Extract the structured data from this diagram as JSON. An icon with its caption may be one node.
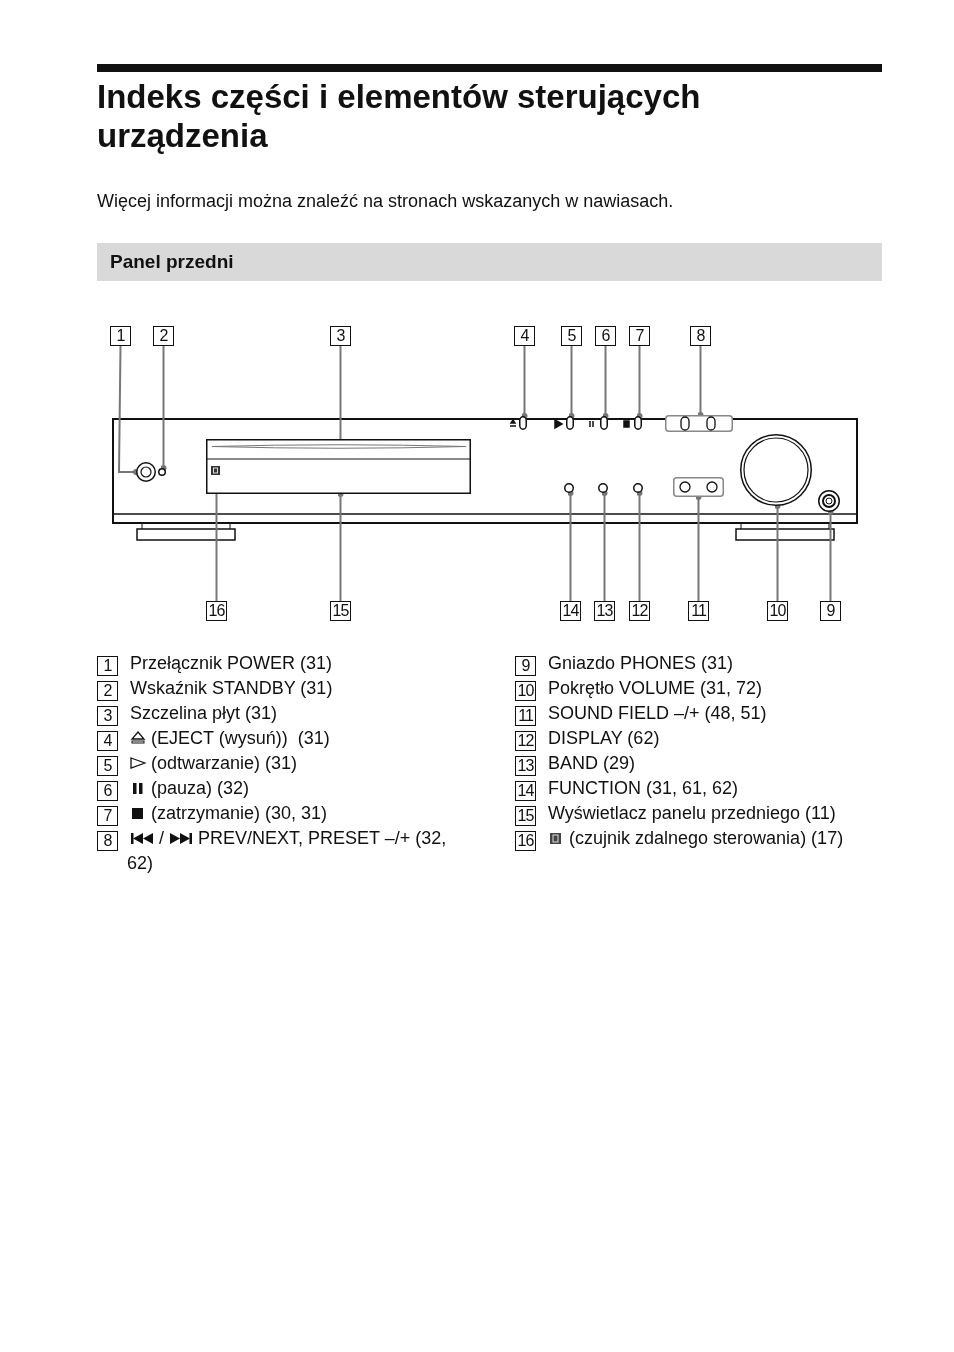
{
  "diagram": {
    "title": "Indeks części i elementów sterujących urządzenia",
    "nodes": [
      {
        "text": [
          "1"
        ]
      },
      {
        "text": [
          "2"
        ]
      },
      {
        "text": [
          "3"
        ]
      },
      {
        "text": [
          "4"
        ]
      },
      {
        "text": [
          "5"
        ]
      },
      {
        "text": [
          "6"
        ]
      },
      {
        "text": [
          "7"
        ]
      },
      {
        "text": [
          "8"
        ]
      },
      {
        "text": [],
        "shape": "circle"
      },
      {
        "text": [],
        "shape": "circle"
      },
      {
        "text": [],
        "shape": "box"
      },
      {
        "text": [],
        "shape": "bar",
        "in": 10
      },
      {
        "text": [],
        "shape": "box",
        "in": 10
      },
      {
        "text": [],
        "shape": "box"
      },
      {
        "text": [],
        "shape": "box"
      },
      {
        "text": [],
        "shape": "box"
      },
      {
        "text": [],
        "shape": "box"
      },
      {
        "text": [],
        "shape": "box"
      },
      {
        "text": [],
        "shape": "circle"
      },
      {
        "text": [],
        "shape": "circle"
      },
      {
        "text": [],
        "shape": "circle"
      },
      {
        "text": [],
        "shape": "box"
      },
      {
        "text": [],
        "shape": "circle"
      },
      {
        "text": [],
        "shape": "circle"
      },
      {
        "text": [
          "16"
        ]
      },
      {
        "text": [
          "15"
        ]
      },
      {
        "text": [
          "14"
        ]
      },
      {
        "text": [
          "13"
        ]
      },
      {
        "text": [
          "12"
        ]
      },
      {
        "text": [
          "11"
        ]
      },
      {
        "text": [
          "10"
        ]
      },
      {
        "text": [
          "9"
        ]
      }
    ],
    "edges": [
      {
        "from": 0,
        "to": 8,
        "arrow": "other"
      },
      {
        "from": 1,
        "to": 9,
        "arrow": "other"
      },
      {
        "from": 2,
        "to": 11,
        "arrow": "other"
      },
      {
        "from": 3,
        "to": 13,
        "arrow": "other"
      },
      {
        "from": 4,
        "to": 14,
        "arrow": "other"
      },
      {
        "from": 5,
        "to": 15,
        "arrow": "other"
      },
      {
        "from": 6,
        "to": 16,
        "arrow": "other"
      },
      {
        "from": 7,
        "to": 17,
        "arrow": "other"
      },
      {
        "from": 24,
        "to": 12,
        "arrow": "other"
      },
      {
        "from": 25,
        "to": 10,
        "arrow": "other"
      },
      {
        "from": 26,
        "to": 18,
        "arrow": "other"
      },
      {
        "from": 27,
        "to": 19,
        "arrow": "other"
      },
      {
        "from": 28,
        "to": 20,
        "arrow": "other"
      },
      {
        "from": 29,
        "to": 21,
        "arrow": "other"
      },
      {
        "from": 30,
        "to": 22,
        "arrow": "other"
      },
      {
        "from": 31,
        "to": 23,
        "arrow": "other"
      }
    ],
    "labels": [
      "Więcej informacji można znaleźć na stronach wskazanych w nawiasach.",
      "Panel przedni",
      "1",
      "Przełącznik POWER (31)",
      "2",
      "Wskaźnik STANDBY (31)",
      "3",
      "Szczelina płyt (31)",
      "4",
      "(EJECT (wysuń))  (31)",
      "5",
      "(odtwarzanie) (31)",
      "6",
      "(pauza) (32)",
      "7",
      "(zatrzymanie) (30, 31)",
      "8",
      "/",
      "PREV/NEXT, PRESET –/+ (32, 62)",
      "9",
      "Gniazdo PHONES (31)",
      "10",
      "Pokrętło VOLUME (31, 72)",
      "11",
      "SOUND FIELD –/+ (48, 51)",
      "12",
      "DISPLAY (62)",
      "13",
      "BAND (29)",
      "14",
      "FUNCTION (31, 61, 62)",
      "15",
      "Wyświetlacz panelu przedniego (11)",
      "16",
      "(czujnik zdalnego sterowania) (17)"
    ]
  }
}
